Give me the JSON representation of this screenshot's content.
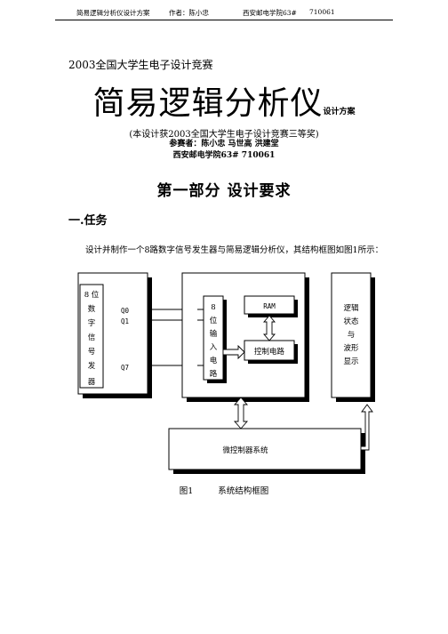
{
  "header": {
    "doc_title": "简易逻辑分析仪设计方案",
    "author": "作者：陈小忠",
    "school": "西安邮电学院63#",
    "postcode": "710061"
  },
  "contest_line": "2003全国大学生电子设计竞赛",
  "title": {
    "main": "简易逻辑分析仪",
    "suffix": "设计方案"
  },
  "award": "(本设计获2003全国大学生电子设计竞赛三等奖)",
  "authors": "参赛者：陈小忠 马世高 洪建堂",
  "school_line": "西安邮电学院63#  710061",
  "part_title": "第一部分  设计要求",
  "section_title": "一.任务",
  "paragraph": "设计并制作一个8路数字信号发生器与简易逻辑分析仪，其结构框图如图1所示：",
  "diagram": {
    "generator_chars": [
      "8 位",
      "数",
      "字",
      "信",
      "号",
      "发",
      "器"
    ],
    "outputs": [
      "Q0",
      "Q1",
      "Q7"
    ],
    "input_chars": [
      "8",
      "位",
      "输",
      "入",
      "电",
      "路"
    ],
    "ram": "RAM",
    "control": "控制电路",
    "display_chars": [
      "逻辑",
      "状态",
      "与",
      "波形",
      "显示"
    ],
    "mcu": "微控制器系统"
  },
  "caption": {
    "fig": "图1",
    "text": "系统结构框图"
  }
}
